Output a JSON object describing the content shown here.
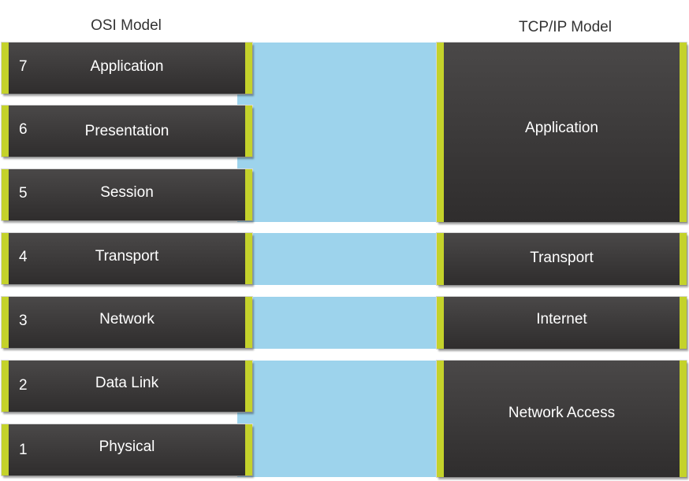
{
  "osi": {
    "title": "OSI Model",
    "layers": [
      {
        "number": "7",
        "name": "Application"
      },
      {
        "number": "6",
        "name": "Presentation"
      },
      {
        "number": "5",
        "name": "Session"
      },
      {
        "number": "4",
        "name": "Transport"
      },
      {
        "number": "3",
        "name": "Network"
      },
      {
        "number": "2",
        "name": "Data Link"
      },
      {
        "number": "1",
        "name": "Physical"
      }
    ]
  },
  "tcpip": {
    "title": "TCP/IP Model",
    "layers": [
      {
        "name": "Application"
      },
      {
        "name": "Transport"
      },
      {
        "name": "Internet"
      },
      {
        "name": "Network Access"
      }
    ]
  },
  "colors": {
    "block": "#3b3939",
    "accent_bar": "#c4d22b",
    "connector": "#9dd3ec"
  }
}
